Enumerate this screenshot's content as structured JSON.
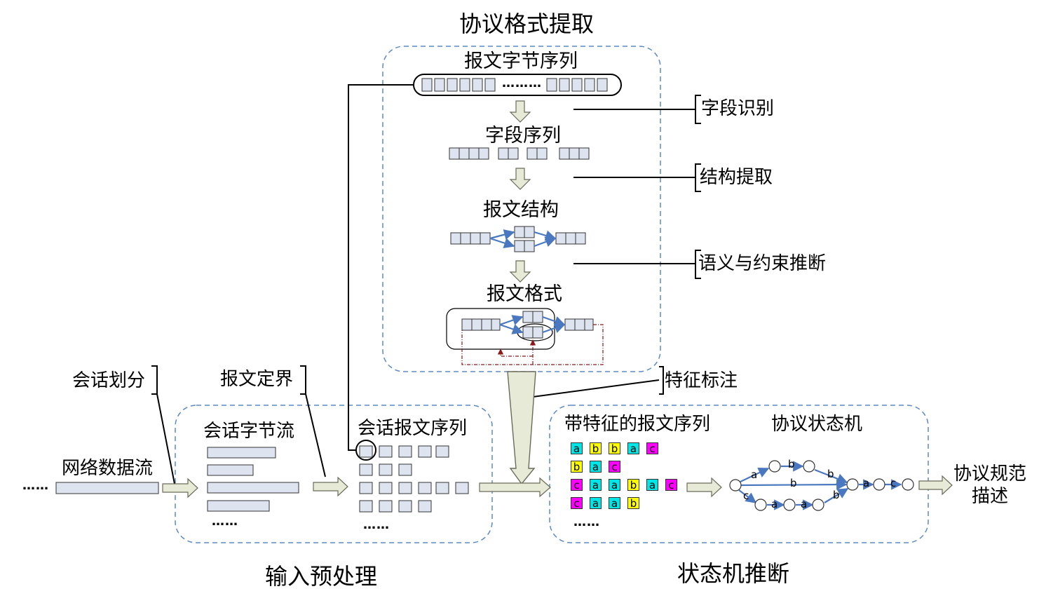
{
  "sections": {
    "format_extraction": "协议格式提取",
    "input_preprocess": "输入预处理",
    "state_machine_inference": "状态机推断"
  },
  "stages": {
    "message_bytes": "报文字节序列",
    "field_sequence": "字段序列",
    "message_structure": "报文结构",
    "message_format": "报文格式",
    "session_byte_stream": "会话字节流",
    "session_message_seq": "会话报文序列",
    "featured_message_seq": "带特征的报文序列",
    "protocol_state_machine": "协议状态机",
    "network_stream": "网络数据流",
    "protocol_spec_line1": "协议规范",
    "protocol_spec_line2": "描述"
  },
  "annotations": {
    "field_identification": "字段识别",
    "structure_extraction": "结构提取",
    "semantic_inference": "语义与约束推断",
    "feature_labeling": "特征标注",
    "session_split": "会话划分",
    "message_delimit": "报文定界"
  },
  "ellipsis": {
    "stream": "……",
    "byte_stream": "……",
    "session_seq": "……",
    "featured_seq": "……",
    "byte_row": "………"
  },
  "feature_rows": [
    [
      "a",
      "b",
      "b",
      "a",
      "c"
    ],
    [
      "b",
      "a",
      "c"
    ],
    [
      "c",
      "a",
      "a",
      "b",
      "a",
      "c"
    ],
    [
      "c",
      "a",
      "a",
      "b"
    ]
  ],
  "feature_colors": {
    "a": "#00e5e5",
    "b": "#ffff00",
    "c": "#ff00ff"
  },
  "state_edges": {
    "top1": "a",
    "top2": "b",
    "top3": "b",
    "mid": "b",
    "bot1": "c",
    "bot2": "a",
    "bot3": "a",
    "bot4": "b",
    "tail1": "a",
    "tail2": "c"
  },
  "colors": {
    "dashed_border": "#5b8ac6",
    "arrow_fill": "#e6ead6",
    "arrow_stroke": "#6b6b5a",
    "box_fill": "#dde3ef",
    "flow_blue": "#4a78c0",
    "feedback_red": "#8b1a1a"
  }
}
